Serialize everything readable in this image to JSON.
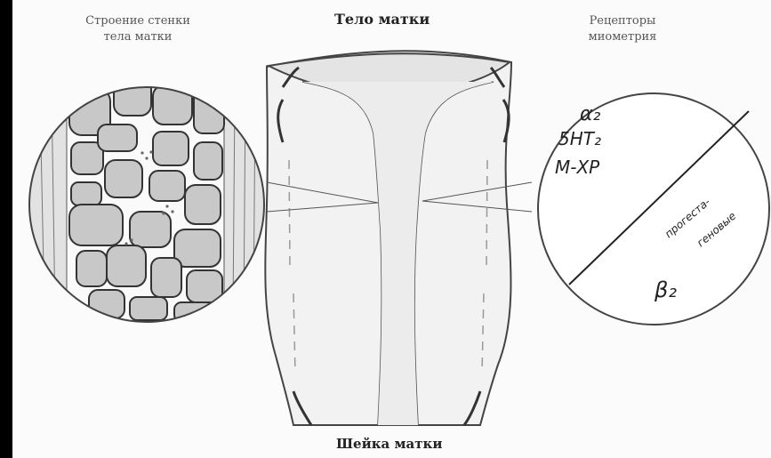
{
  "labels": {
    "wall_structure": [
      "Строение стенки",
      "тела матки"
    ],
    "body": "Тело матки",
    "receptors": [
      "Рецепторы",
      "миометрия"
    ],
    "cervix": "Шейка матки"
  },
  "receptor_list": {
    "alpha": "α₂",
    "serotonin": "5HT₂",
    "mchr": "М-ХР",
    "progestogen": [
      "прогеста-",
      "геновые"
    ],
    "beta": "β₂"
  }
}
